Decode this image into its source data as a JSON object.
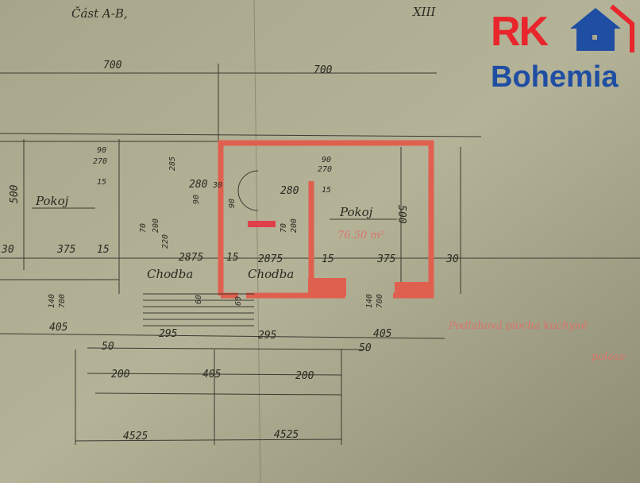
{
  "header": {
    "title_scribble": "Část A-B,",
    "number_scribble": "XIII"
  },
  "logo": {
    "text_top": "RK",
    "text_bottom": "Bohemia",
    "colors": {
      "red": "#e8262b",
      "blue": "#1f4ea3"
    }
  },
  "rooms": [
    {
      "label": "Pokoj"
    },
    {
      "label": "Pokoj",
      "area": "76.50 m²"
    },
    {
      "label": "Chodba"
    },
    {
      "label": "Chodba"
    }
  ],
  "note": {
    "line1": "Podlahová plocha kuchyně",
    "line2": "poloze"
  },
  "dimensions": {
    "top_left": "700",
    "top_right": "700",
    "left_height": "500",
    "right_height": "500",
    "d90a": "90",
    "d270a": "270",
    "d15a": "15",
    "d285": "285",
    "d280a": "280",
    "d30a": "30",
    "d90b": "90",
    "d270b": "270",
    "d280b": "280",
    "d15b": "15",
    "d90c": "90",
    "d90d": "90",
    "d70": "70",
    "d200": "200",
    "d220": "220",
    "d70b": "70",
    "d200b": "200",
    "d30b": "30",
    "d375a": "375",
    "d15c": "15",
    "d2875a": "2875",
    "d15d": "15",
    "d2875b": "2875",
    "d15e": "15",
    "d375b": "375",
    "d30c": "30",
    "d140a": "140",
    "d700a": "700",
    "d140b": "140",
    "d700b": "700",
    "d405a": "405",
    "d295a": "295",
    "d295b": "295",
    "d405b": "405",
    "d50a": "50",
    "d50b": "50",
    "d200c": "200",
    "d405c": "405",
    "d200d": "200",
    "d4525a": "4525",
    "d4525b": "4525",
    "d60a": "60",
    "d60b": "60"
  }
}
